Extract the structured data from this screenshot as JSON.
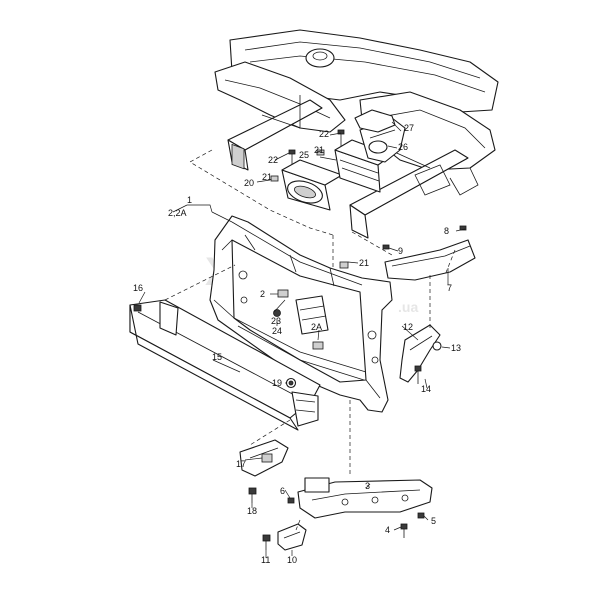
{
  "callouts": [
    {
      "id": "c1",
      "text": "1"
    },
    {
      "id": "c2_2A",
      "text": "2,2A"
    },
    {
      "id": "c2",
      "text": "2"
    },
    {
      "id": "c2A",
      "text": "2A"
    },
    {
      "id": "c3",
      "text": "3"
    },
    {
      "id": "c4",
      "text": "4"
    },
    {
      "id": "c5",
      "text": "5"
    },
    {
      "id": "c6",
      "text": "6"
    },
    {
      "id": "c7",
      "text": "7"
    },
    {
      "id": "c8",
      "text": "8"
    },
    {
      "id": "c9",
      "text": "9"
    },
    {
      "id": "c10",
      "text": "10"
    },
    {
      "id": "c11",
      "text": "11"
    },
    {
      "id": "c12",
      "text": "12"
    },
    {
      "id": "c13",
      "text": "13"
    },
    {
      "id": "c14",
      "text": "14"
    },
    {
      "id": "c15",
      "text": "15"
    },
    {
      "id": "c16",
      "text": "16"
    },
    {
      "id": "c17",
      "text": "17"
    },
    {
      "id": "c18",
      "text": "18"
    },
    {
      "id": "c19",
      "text": "19"
    },
    {
      "id": "c20",
      "text": "20"
    },
    {
      "id": "c21a",
      "text": "21"
    },
    {
      "id": "c21b",
      "text": "21"
    },
    {
      "id": "c21c",
      "text": "21"
    },
    {
      "id": "c22a",
      "text": "22"
    },
    {
      "id": "c22b",
      "text": "22"
    },
    {
      "id": "c23",
      "text": "23"
    },
    {
      "id": "c24",
      "text": "24"
    },
    {
      "id": "c25",
      "text": "25"
    },
    {
      "id": "c26",
      "text": "26"
    },
    {
      "id": "c27",
      "text": "27"
    }
  ],
  "watermark": {
    "main": "Xparts",
    "sub": ".ua"
  }
}
